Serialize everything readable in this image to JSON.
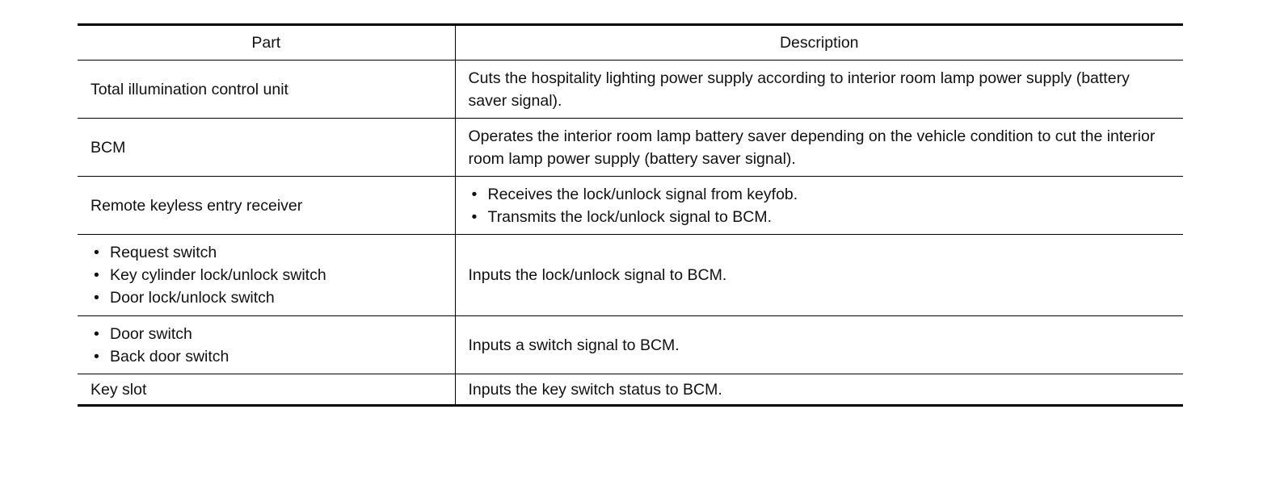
{
  "table": {
    "headers": {
      "part": "Part",
      "description": "Description"
    },
    "rows": [
      {
        "part": "Total illumination control unit",
        "description": "Cuts the hospitality lighting power supply according to interior room lamp power supply (battery saver signal)."
      },
      {
        "part": "BCM",
        "description": "Operates the interior room lamp battery saver depending on the vehicle condition to cut the interior room lamp power supply (battery saver signal)."
      },
      {
        "part": "Remote keyless entry receiver",
        "description_bullets": [
          "Receives the lock/unlock signal from keyfob.",
          "Transmits the lock/unlock signal to BCM."
        ]
      },
      {
        "part_bullets": [
          "Request switch",
          "Key cylinder lock/unlock switch",
          "Door lock/unlock switch"
        ],
        "description": "Inputs the lock/unlock signal to BCM."
      },
      {
        "part_bullets": [
          "Door switch",
          "Back door switch"
        ],
        "description": "Inputs a switch signal to BCM."
      },
      {
        "part": "Key slot",
        "description": "Inputs the key switch status to BCM."
      }
    ]
  }
}
